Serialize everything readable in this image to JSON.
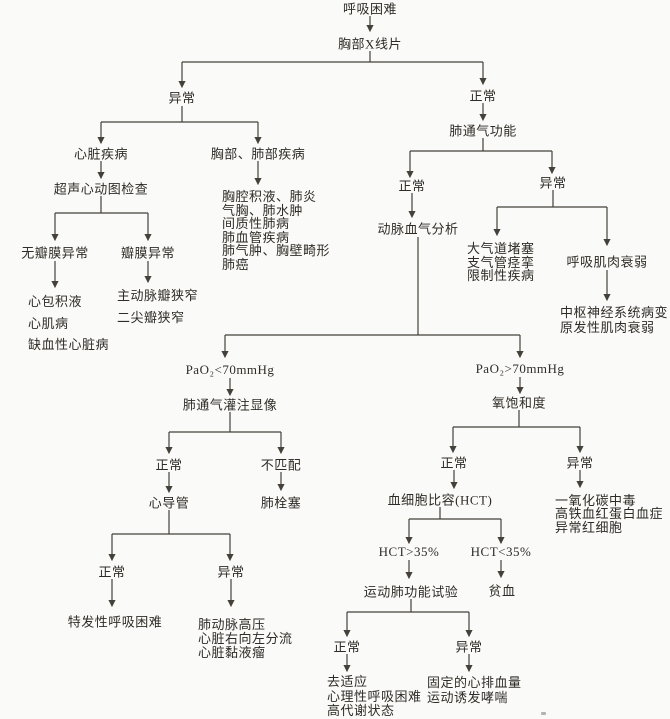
{
  "colors": {
    "background": "#fafaf8",
    "line": "#44413a",
    "text": "#2f2c27"
  },
  "nodes": {
    "root": "呼吸困难",
    "chest_xray": "胸部X线片",
    "xray_abnormal": "异常",
    "xray_normal": "正常",
    "heart_disease": "心脏疾病",
    "chest_lung_disease": "胸部、肺部疾病",
    "echocardiogram": "超声心动图检查",
    "no_valve_abnormality": "无瓣膜异常",
    "valve_abnormality": "瓣膜异常",
    "lung_ventilation_function": "肺通气功能",
    "ventilation_normal": "正常",
    "ventilation_abnormal": "异常",
    "arterial_blood_gas": "动脉血气分析",
    "respiratory_muscle_weakness": "呼吸肌肉衰弱",
    "pao2_low": "PaO₂<70mmHg",
    "pao2_high": "PaO₂>70mmHg",
    "vq_imaging": "肺通气灌注显像",
    "oxygen_saturation": "氧饱和度",
    "vq_normal": "正常",
    "vq_mismatch": "不匹配",
    "cardiac_catheter": "心导管",
    "pulmonary_embolism": "肺栓塞",
    "catheter_normal": "正常",
    "catheter_abnormal": "异常",
    "idiopathic_dyspnea": "特发性呼吸困难",
    "saturation_normal": "正常",
    "saturation_abnormal": "异常",
    "hematocrit": "血细胞比容(HCT)",
    "hct_high": "HCT>35%",
    "hct_low": "HCT<35%",
    "exercise_lung_test": "运动肺功能试验",
    "anemia": "贫血",
    "exercise_normal": "正常",
    "exercise_abnormal": "异常"
  },
  "lists": {
    "chest_lung_findings": [
      "胸腔积液、肺炎",
      "气胸、肺水肿",
      "间质性肺病",
      "肺血管疾病",
      "肺气肿、胸壁畸形",
      "肺癌"
    ],
    "no_valve_findings": [
      "心包积液",
      "心肌病",
      "缺血性心脏病"
    ],
    "valve_findings": [
      "主动脉瓣狭窄",
      "二尖瓣狭窄"
    ],
    "airway_findings": [
      "大气道堵塞",
      "支气管痉挛",
      "限制性疾病"
    ],
    "muscle_findings": [
      "中枢神经系统病变",
      "原发性肌肉衰弱"
    ],
    "catheter_abnormal_findings": [
      "肺动脉高压",
      "心脏右向左分流",
      "心脏黏液瘤"
    ],
    "saturation_abnormal_findings": [
      "一氧化碳中毒",
      "高铁血红蛋白血症",
      "异常红细胞"
    ],
    "exercise_normal_findings": [
      "去适应",
      "心理性呼吸困难",
      "高代谢状态"
    ],
    "exercise_abnormal_findings": [
      "固定的心排血量",
      "运动诱发哮喘"
    ]
  }
}
